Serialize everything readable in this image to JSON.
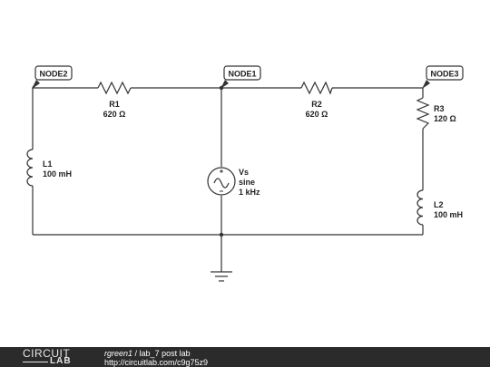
{
  "nodes": {
    "node2": "NODE2",
    "node1": "NODE1",
    "node3": "NODE3"
  },
  "components": {
    "r1": {
      "name": "R1",
      "value": "620 Ω"
    },
    "r2": {
      "name": "R2",
      "value": "620 Ω"
    },
    "r3": {
      "name": "R3",
      "value": "120 Ω"
    },
    "l1": {
      "name": "L1",
      "value": "100 mH"
    },
    "l2": {
      "name": "L2",
      "value": "100 mH"
    },
    "vs": {
      "name": "Vs",
      "type": "sine",
      "value": "1 kHz"
    }
  },
  "footer": {
    "brand_top": "CIRCUIT",
    "brand_bottom": "LAB",
    "user": "rgreen1",
    "separator": " / ",
    "title": "lab_7 post lab",
    "url": "http://circuitlab.com/c9g75z9"
  },
  "colors": {
    "wire": "#333333",
    "footer_bg": "#2b2b2b",
    "label_border": "#333333"
  }
}
